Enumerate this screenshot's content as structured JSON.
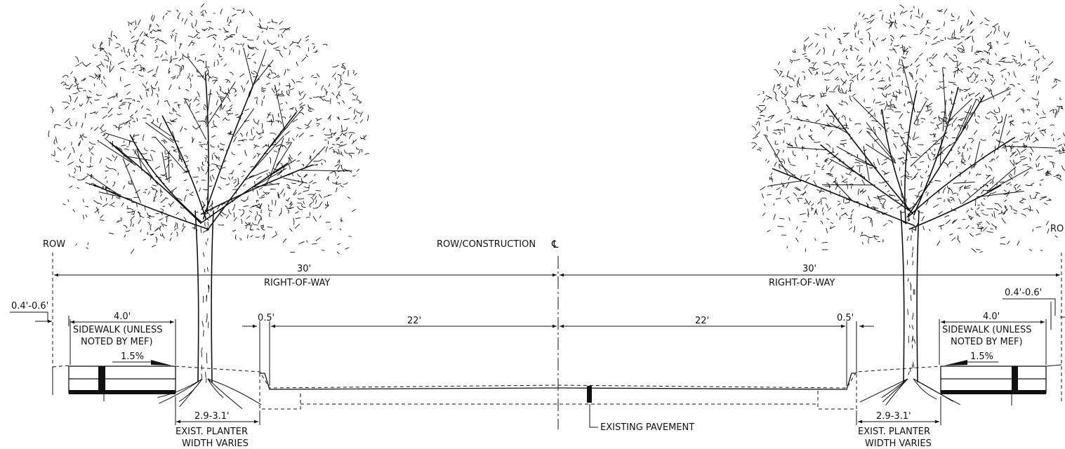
{
  "labels": {
    "row_left": "ROW",
    "row_right": "RO",
    "centerline": "ROW/CONSTRUCTION",
    "centerline_symbol": "℄",
    "row_width_left": "30'",
    "row_width_right": "30'",
    "right_of_way_left": "RIGHT-OF-WAY",
    "right_of_way_right": "RIGHT-OF-WAY",
    "offset_left": "0.4'-0.6'",
    "offset_right": "0.4'-0.6'",
    "sidewalk_width_left": "4.0'",
    "sidewalk_width_right": "4.0'",
    "sidewalk_note_left_1": "SIDEWALK (UNLESS",
    "sidewalk_note_left_2": "NOTED BY MEF)",
    "sidewalk_note_right_1": "SIDEWALK (UNLESS",
    "sidewalk_note_right_2": "NOTED BY MEF)",
    "slope_left": "1.5%",
    "slope_right": "1.5%",
    "gutter_left": "0.5'",
    "gutter_right": "0.5'",
    "lane_left": "22'",
    "lane_right": "22'",
    "planter_width_left": "2.9-3.1'",
    "planter_width_right": "2.9-3.1'",
    "planter_note_left_1": "EXIST. PLANTER",
    "planter_note_left_2": "WIDTH VARIES",
    "planter_note_right_1": "EXIST. PLANTER",
    "planter_note_right_2": "WIDTH VARIES",
    "existing_pavement": "EXISTING PAVEMENT"
  },
  "icons": {
    "tree_left": "tree-icon",
    "tree_right": "tree-icon",
    "dimension_arrow": "arrowhead-icon",
    "centerline": "centerline-icon"
  },
  "colors": {
    "line": "#111111",
    "background": "#ffffff"
  }
}
